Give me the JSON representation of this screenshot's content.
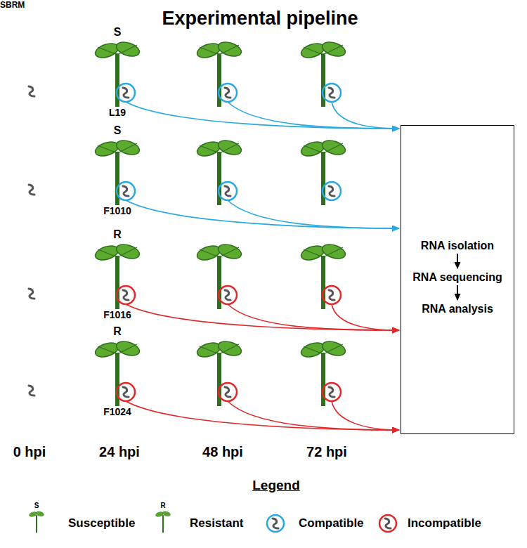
{
  "diagram": {
    "title": "Experimental pipeline",
    "nodes": [
      {
        "text": [
          "RNA isolation",
          "RNA sequencing",
          "RNA analysis"
        ]
      }
    ],
    "labels": [
      "SBRM",
      "S",
      "L19",
      "S",
      "F1010",
      "R",
      "F1016",
      "R",
      "F1024",
      "0 hpi",
      "24 hpi",
      "48 hpi",
      "72 hpi",
      "Legend",
      "S",
      "R"
    ],
    "legend": [
      {
        "text": "Susceptible"
      },
      {
        "text": "Resistant"
      },
      {
        "text": "Compatible"
      },
      {
        "text": "Incompatible"
      }
    ]
  }
}
